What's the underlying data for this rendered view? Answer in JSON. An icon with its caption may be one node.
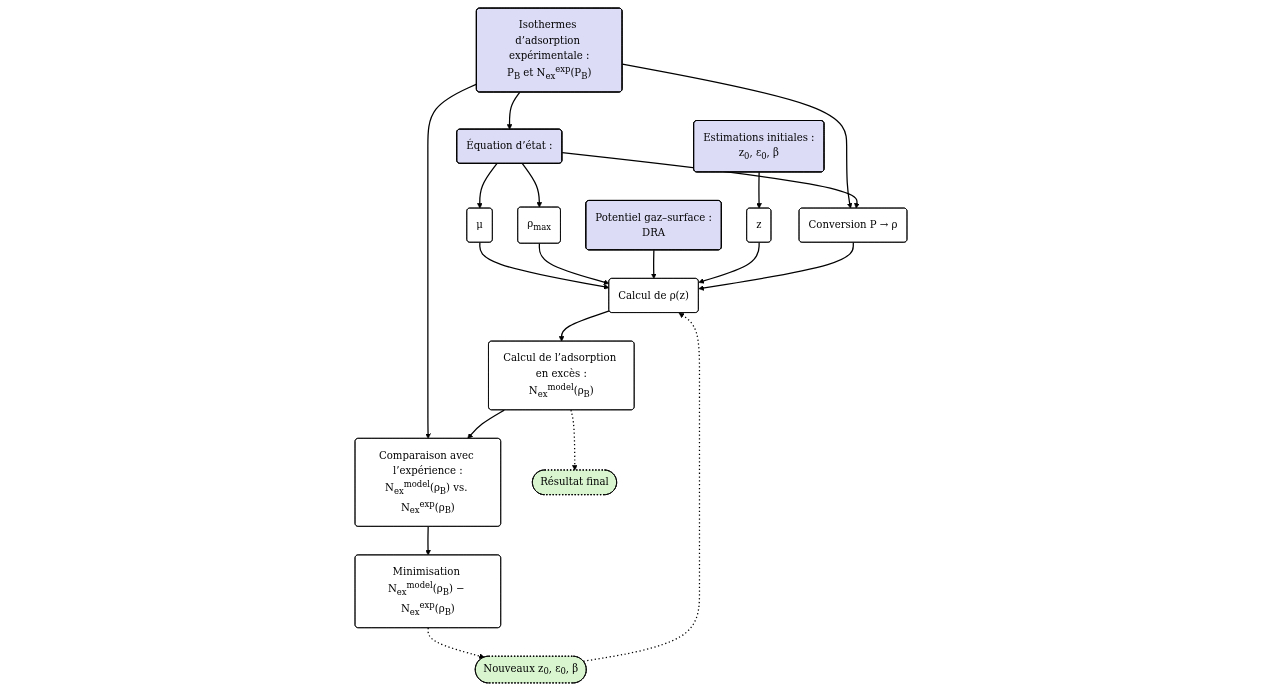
{
  "diagram": {
    "nodes": [
      {
        "text": [
          "Isothermes d’adsorption expérimentale :",
          "P$_{B}$ et N$_{ex}$$^{exp}$(P$_{B}$)"
        ]
      },
      {
        "text": [
          "Potentiel gaz–surface :",
          "DRA"
        ]
      },
      {
        "text": [
          "Équation d’état :"
        ]
      },
      {
        "text": [
          "Conversion P → ρ"
        ]
      },
      {
        "text": [
          "Estimations initiales :",
          "z$_{0}$, ε$_{0}$, β"
        ]
      },
      {
        "text": [
          "μ"
        ]
      },
      {
        "text": [
          "ρ$_{max}$"
        ]
      },
      {
        "text": [
          "Calcul de ρ(z)"
        ]
      },
      {
        "text": [
          "z"
        ]
      },
      {
        "text": [
          "Calcul de l’adsorption en excès :",
          "N$_{ex}$$^{model}$(ρ$_{B}$)"
        ]
      },
      {
        "text": [
          "Nouveaux z$_{0}$, ε$_{0}$, β"
        ]
      },
      {
        "text": [
          "Comparaison avec l’expérience :",
          "N$_{ex}$$^{model}$(ρ$_{B}$) vs. N$_{ex}$$^{exp}$(ρ$_{B}$)"
        ]
      },
      {
        "text": [
          "Résultat final"
        ]
      },
      {
        "text": [
          "Minimisation N$_{ex}$$^{model}$(ρ$_{B}$) − N$_{ex}$$^{exp}$(ρ$_{B}$)"
        ]
      }
    ],
    "edges": [
      {
        "from": 0,
        "to": 2,
        "arrow": "to"
      },
      {
        "from": 0,
        "to": 3,
        "arrow": "to"
      },
      {
        "from": 0,
        "to": 11,
        "arrow": "to"
      },
      {
        "from": 2,
        "to": 3,
        "arrow": "to"
      },
      {
        "from": 2,
        "to": 5,
        "arrow": "to"
      },
      {
        "from": 2,
        "to": 6,
        "arrow": "to"
      },
      {
        "from": 5,
        "to": 7,
        "arrow": "to"
      },
      {
        "from": 6,
        "to": 7,
        "arrow": "to"
      },
      {
        "from": 1,
        "to": 7,
        "arrow": "to"
      },
      {
        "from": 4,
        "to": 8,
        "arrow": "to"
      },
      {
        "from": 8,
        "to": 7,
        "arrow": "to"
      },
      {
        "from": 3,
        "to": 7,
        "arrow": "to"
      },
      {
        "from": 7,
        "to": 9,
        "arrow": "to"
      },
      {
        "from": 9,
        "to": 11,
        "arrow": "to"
      },
      {
        "from": 11,
        "to": 13,
        "arrow": "to"
      },
      {
        "from": 13,
        "to": 10,
        "arrow": "to",
        "style": "dashed"
      },
      {
        "from": 10,
        "to": 7,
        "arrow": "to",
        "style": "dashed"
      },
      {
        "from": 9,
        "to": 12,
        "arrow": "to",
        "style": "dashed"
      }
    ]
  }
}
